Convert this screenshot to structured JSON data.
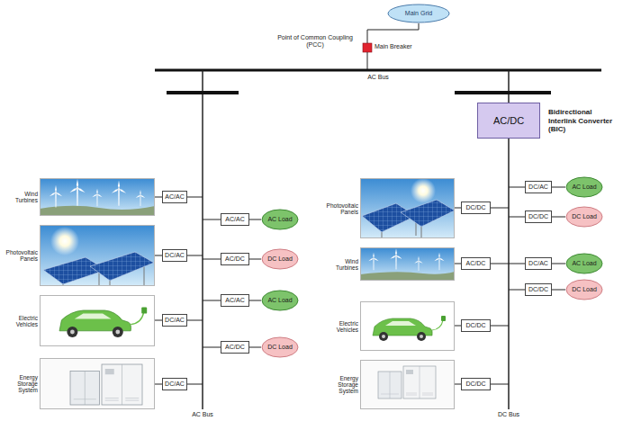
{
  "diagram": {
    "nodes": [
      {
        "text": [
          "Main Grid"
        ]
      },
      {
        "text": [
          "AC/DC",
          "Bidirectional Interlink Converter (BIC)"
        ]
      },
      {
        "text": [
          "Wind Turbines"
        ]
      },
      {
        "text": [
          "AC/AC"
        ]
      },
      {
        "text": [
          "Photovoltaic Panels"
        ]
      },
      {
        "text": [
          "DC/AC"
        ]
      },
      {
        "text": [
          "Electric Vehicles"
        ]
      },
      {
        "text": [
          "DC/AC"
        ]
      },
      {
        "text": [
          "Energy Storage System"
        ]
      },
      {
        "text": [
          "DC/AC"
        ]
      },
      {
        "text": [
          "AC/AC"
        ]
      },
      {
        "text": [
          "AC Load"
        ]
      },
      {
        "text": [
          "AC/DC"
        ]
      },
      {
        "text": [
          "DC Load"
        ]
      },
      {
        "text": [
          "AC/AC"
        ]
      },
      {
        "text": [
          "AC Load"
        ]
      },
      {
        "text": [
          "AC/DC"
        ]
      },
      {
        "text": [
          "DC Load"
        ]
      },
      {
        "text": [
          "Photovoltaic Panels"
        ]
      },
      {
        "text": [
          "DC/DC"
        ]
      },
      {
        "text": [
          "Wind Turbines"
        ]
      },
      {
        "text": [
          "AC/DC"
        ]
      },
      {
        "text": [
          "Electric Vehicles"
        ]
      },
      {
        "text": [
          "DC/DC"
        ]
      },
      {
        "text": [
          "Energy Storage System"
        ]
      },
      {
        "text": [
          "DC/DC"
        ]
      },
      {
        "text": [
          "DC/AC"
        ]
      },
      {
        "text": [
          "AC Load"
        ]
      },
      {
        "text": [
          "DC/DC"
        ]
      },
      {
        "text": [
          "DC Load"
        ]
      },
      {
        "text": [
          "DC/AC"
        ]
      },
      {
        "text": [
          "AC Load"
        ]
      },
      {
        "text": [
          "DC/DC"
        ]
      },
      {
        "text": [
          "DC Load"
        ]
      }
    ],
    "edges": [
      {
        "from": 2,
        "to": 3,
        "arrow": "none"
      },
      {
        "from": 4,
        "to": 5,
        "arrow": "none"
      },
      {
        "from": 6,
        "to": 7,
        "arrow": "none"
      },
      {
        "from": 8,
        "to": 9,
        "arrow": "none"
      },
      {
        "from": 10,
        "to": 11,
        "arrow": "none"
      },
      {
        "from": 12,
        "to": 13,
        "arrow": "none"
      },
      {
        "from": 14,
        "to": 15,
        "arrow": "none"
      },
      {
        "from": 16,
        "to": 17,
        "arrow": "none"
      },
      {
        "from": 18,
        "to": 19,
        "arrow": "none"
      },
      {
        "from": 20,
        "to": 21,
        "arrow": "none"
      },
      {
        "from": 22,
        "to": 23,
        "arrow": "none"
      },
      {
        "from": 24,
        "to": 25,
        "arrow": "none"
      },
      {
        "from": 26,
        "to": 27,
        "arrow": "none"
      },
      {
        "from": 28,
        "to": 29,
        "arrow": "none"
      },
      {
        "from": 30,
        "to": 31,
        "arrow": "none"
      },
      {
        "from": 32,
        "to": 33,
        "arrow": "none"
      }
    ],
    "labels": [
      "Point of Common Coupling (PCC)",
      "Main Breaker",
      "AC Bus",
      "AC Bus",
      "DC Bus"
    ]
  }
}
